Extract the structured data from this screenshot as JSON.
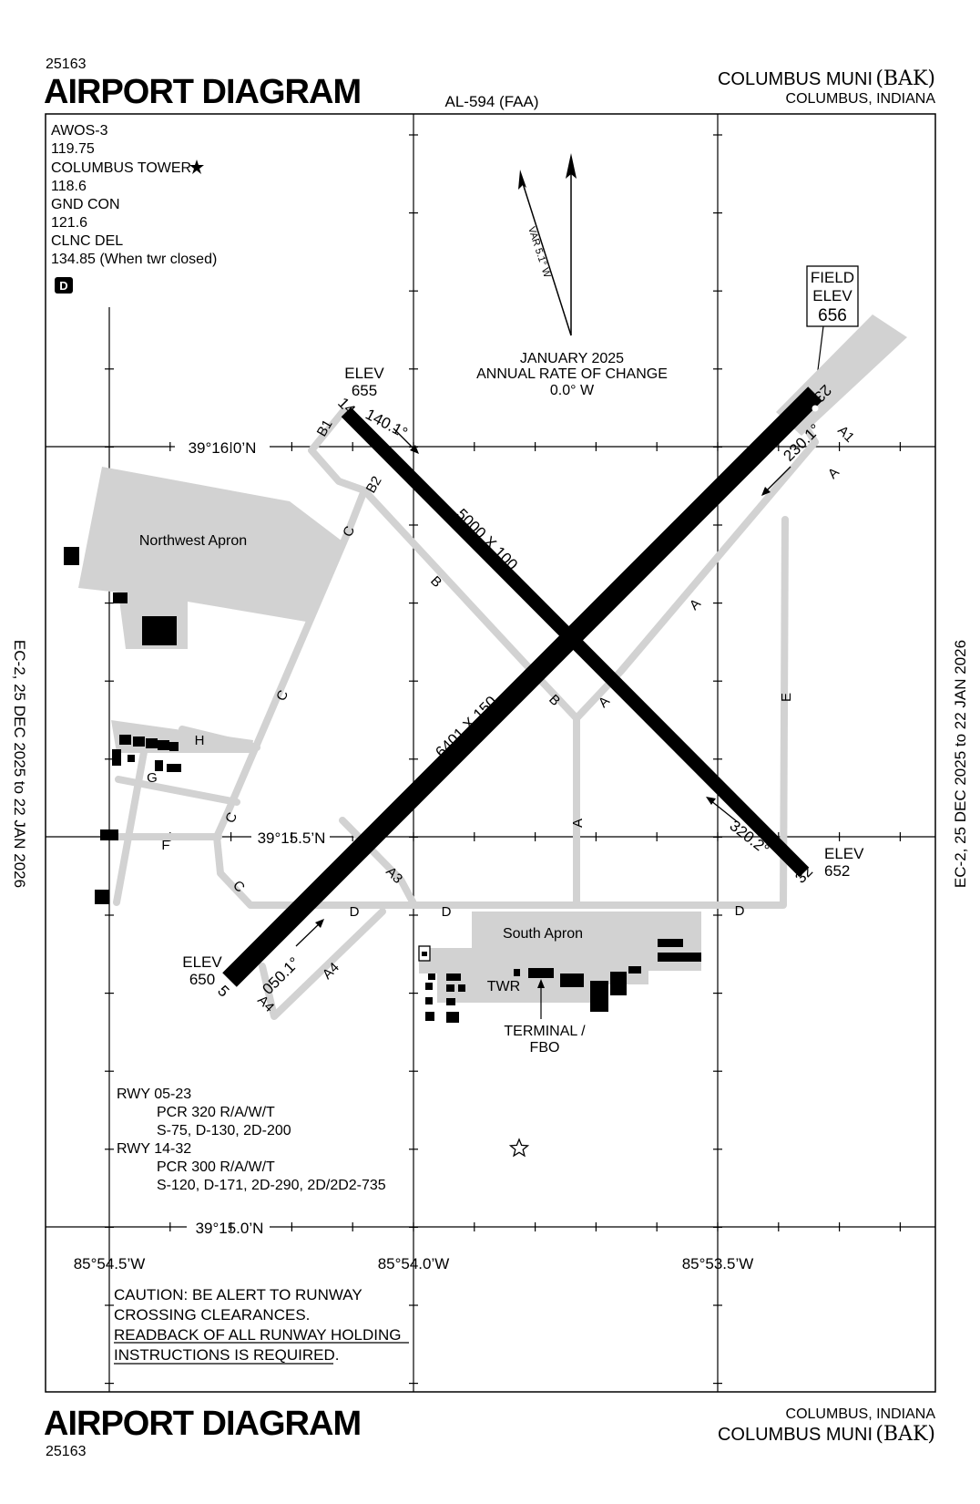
{
  "header": {
    "chart_number": "25163",
    "title": "AIRPORT DIAGRAM",
    "chart_id": "AL-594 (FAA)",
    "airport_name": "COLUMBUS MUNI",
    "airport_id": "(BAK)",
    "city_state": "COLUMBUS, INDIANA"
  },
  "footer": {
    "chart_number": "25163",
    "title": "AIRPORT DIAGRAM",
    "city_state": "COLUMBUS, INDIANA",
    "airport_name": "COLUMBUS MUNI",
    "airport_id": "(BAK)"
  },
  "effective_dates": "EC-2,  25 DEC 2025  to  22 JAN 2026",
  "frequencies": [
    "AWOS-3",
    "119.75",
    "COLUMBUS TOWER",
    "118.6",
    "GND CON",
    "121.6",
    "CLNC DEL",
    "134.85 (When twr closed)"
  ],
  "frequency_badge": "D",
  "magnetic": {
    "variation": "VAR 5.1° W",
    "date": "JANUARY 2025",
    "rate_title": "ANNUAL RATE OF CHANGE",
    "rate_value": "0.0° W"
  },
  "field_elevation": {
    "label1": "FIELD",
    "label2": "ELEV",
    "value": "656"
  },
  "runways": [
    {
      "dims": "5000 X 100",
      "end_a": "14",
      "end_b": "32",
      "heading_a": "140.1°",
      "heading_b": "320.2°",
      "elev_label": "ELEV",
      "elev_a": "655",
      "elev_b": "652"
    },
    {
      "dims": "6401 X 150",
      "end_a": "5",
      "end_b": "23",
      "heading_a": "050.1°",
      "heading_b": "230.1°",
      "elev_label": "ELEV",
      "elev_a": "650"
    }
  ],
  "latitudes": [
    "39°16.0’N",
    "39°15.5’N",
    "39°15.0’N"
  ],
  "longitudes": [
    "85°54.5’W",
    "85°54.0’W",
    "85°53.5’W"
  ],
  "aprons": [
    "Northwest Apron",
    "South Apron"
  ],
  "taxiway_labels": {
    "B1": "B1",
    "B2": "B2",
    "B": "B",
    "C": "C",
    "A": "A",
    "A1": "A1",
    "A3": "A3",
    "A4": "A4",
    "D": "D",
    "E": "E",
    "F": "F",
    "G": "G",
    "H": "H"
  },
  "facilities": {
    "tower": "TWR",
    "terminal1": "TERMINAL /",
    "terminal2": "FBO"
  },
  "pcr": [
    "RWY 05-23",
    "PCR 320 R/A/W/T",
    "S-75, D-130, 2D-200",
    "RWY 14-32",
    "PCR 300 R/A/W/T",
    "S-120, D-171, 2D-290, 2D/2D2-735"
  ],
  "caution": [
    "CAUTION: BE ALERT TO RUNWAY",
    "CROSSING CLEARANCES.",
    "READBACK OF ALL RUNWAY HOLDING",
    "INSTRUCTIONS IS REQUIRED."
  ]
}
